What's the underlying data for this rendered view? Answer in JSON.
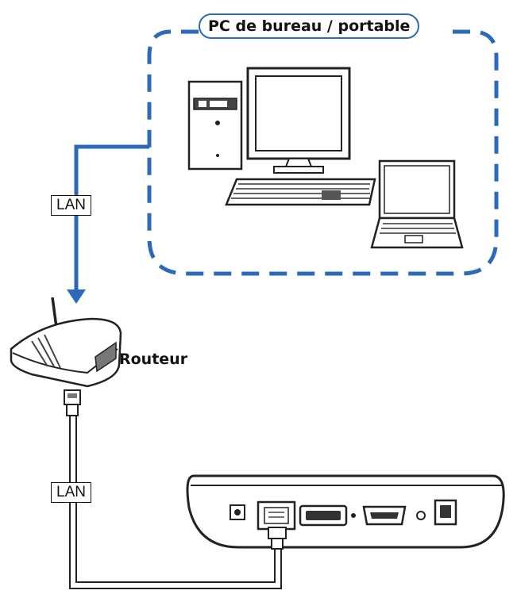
{
  "pc_group": {
    "title": "PC de bureau / portable"
  },
  "router": {
    "label": "Routeur"
  },
  "links": {
    "lan_top": "LAN",
    "lan_bottom": "LAN"
  },
  "colors": {
    "accent": "#2a6ab8",
    "line": "#222222"
  }
}
